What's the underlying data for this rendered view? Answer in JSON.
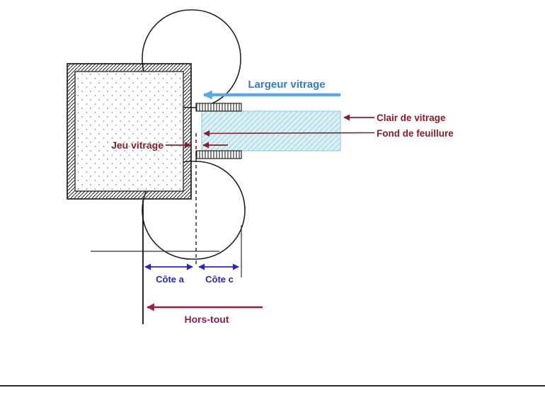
{
  "diagram": {
    "labels": {
      "largeur_vitrage": "Largeur vitrage",
      "clair_de_vitrage": "Clair de vitrage",
      "fond_de_feuillure": "Fond de feuillure",
      "jeu_vitrage": "Jeu vitrage",
      "cote_a": "Côte a",
      "cote_c": "Côte c",
      "hors_tout": "Hors-tout"
    },
    "colors": {
      "largeur_arrow": "#58a9e6",
      "largeur_text": "#2e7fd2",
      "annotation_red": "#8e1b26",
      "hors_tout_red": "#a3164e",
      "cote_blue": "#2626cc",
      "glass_fill": "#d9f0f4",
      "glass_hatch": "#a3d8e2",
      "outline": "#1c1c1c",
      "dots": "#8c8c8c"
    }
  }
}
